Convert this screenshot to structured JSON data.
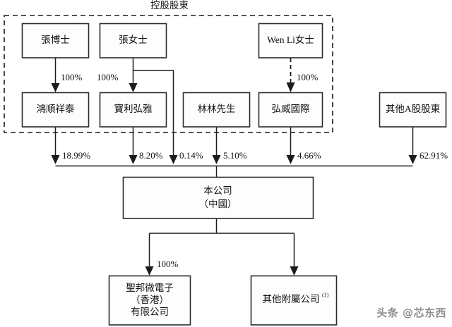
{
  "diagram": {
    "title": "控股股東",
    "watermark": "头条 @芯东西",
    "colors": {
      "box_fill": "#fdfdfd",
      "box_stroke": "#2b2b2b",
      "line": "#1c1c1c",
      "watermark": "#6f6f6f"
    },
    "group_box": {
      "label": "控股股東",
      "style": "dashed"
    },
    "nodes": {
      "zhang_dr": {
        "label": "張博士"
      },
      "zhang_ms": {
        "label": "張女士"
      },
      "wen_li_ms": {
        "label": "Wen Li女士"
      },
      "hongshun": {
        "label": "鴻順祥泰"
      },
      "baoli": {
        "label": "寶利弘雅"
      },
      "linlin": {
        "label": "林林先生"
      },
      "hongwei": {
        "label": "弘威國際"
      },
      "other_a_shares": {
        "label": "其他A股股東"
      },
      "company": {
        "line1": "本公司",
        "line2": "（中國）"
      },
      "sgmicro_hk": {
        "line1": "聖邦微電子",
        "line2": "（香港）",
        "line3": "有限公司"
      },
      "other_subs": {
        "label": "其他附屬公司",
        "superscript": "(1)"
      }
    },
    "edges": [
      {
        "from": "zhang_dr",
        "to": "hongshun",
        "label": "100%",
        "style": "solid"
      },
      {
        "from": "zhang_ms",
        "to": "baoli",
        "label": "100%",
        "style": "solid"
      },
      {
        "from": "wen_li_ms",
        "to": "hongwei",
        "label": "100%",
        "style": "dashed"
      },
      {
        "from": "hongshun",
        "to": "company",
        "label": "18.99%",
        "style": "solid"
      },
      {
        "from": "baoli",
        "to": "company",
        "label": "8.20%",
        "style": "solid"
      },
      {
        "from": "zhang_ms",
        "to": "company",
        "label": "0.14%",
        "style": "solid"
      },
      {
        "from": "linlin",
        "to": "company",
        "label": "5.10%",
        "style": "solid"
      },
      {
        "from": "hongwei",
        "to": "company",
        "label": "4.66%",
        "style": "solid"
      },
      {
        "from": "other_a_shares",
        "to": "company",
        "label": "62.91%",
        "style": "solid"
      },
      {
        "from": "company",
        "to": "sgmicro_hk",
        "label": "100%",
        "style": "solid"
      },
      {
        "from": "company",
        "to": "other_subs",
        "label": "",
        "style": "solid"
      }
    ],
    "percent_labels": {
      "p100_a": "100%",
      "p100_b": "100%",
      "p100_wenli": "100%",
      "p1899": "18.99%",
      "p820": "8.20%",
      "p014": "0.14%",
      "p510": "5.10%",
      "p466": "4.66%",
      "p6291": "62.91%",
      "p100_hk": "100%"
    }
  }
}
